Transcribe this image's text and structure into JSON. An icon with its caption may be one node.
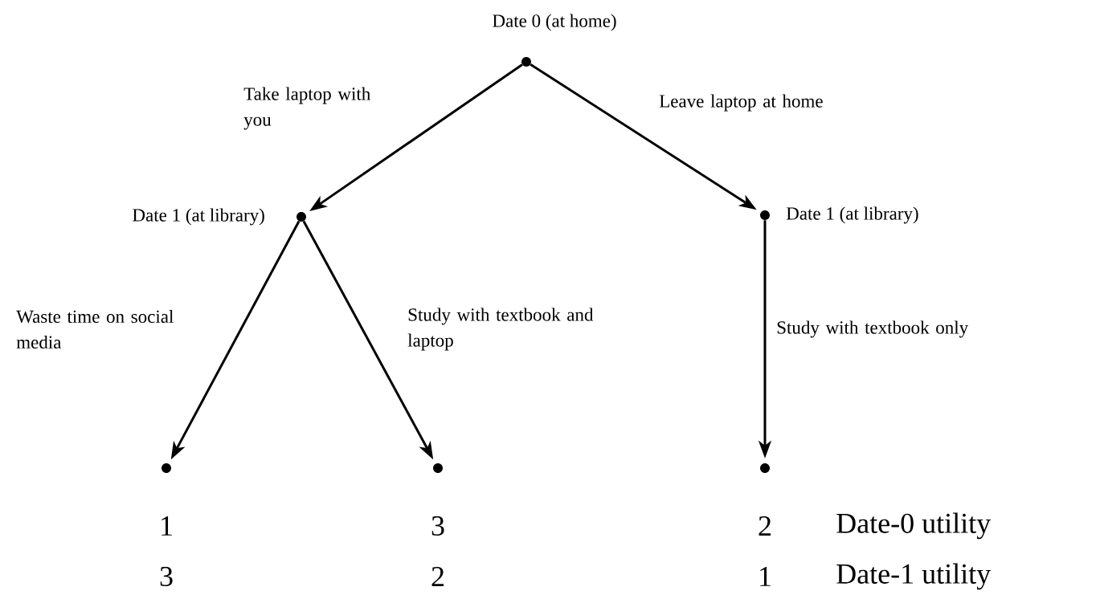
{
  "diagram": {
    "nodes": [
      {
        "text": [],
        "shape": "circle",
        "beside": [
          "Date 0 (at home)"
        ]
      },
      {
        "text": [],
        "shape": "circle",
        "beside": [
          "Date 1 (at library)"
        ]
      },
      {
        "text": [],
        "shape": "circle",
        "beside": [
          "Date 1 (at library)"
        ]
      },
      {
        "text": [],
        "shape": "circle",
        "beside": [
          "1",
          "3"
        ]
      },
      {
        "text": [],
        "shape": "circle",
        "beside": [
          "3",
          "2"
        ]
      },
      {
        "text": [],
        "shape": "circle",
        "beside": [
          "2",
          "1"
        ]
      }
    ],
    "edges": [
      {
        "from": 0,
        "to": 1,
        "arrow": "to",
        "label": "Take laptop with you"
      },
      {
        "from": 0,
        "to": 2,
        "arrow": "to",
        "label": "Leave laptop at home"
      },
      {
        "from": 1,
        "to": 3,
        "arrow": "to",
        "label": "Waste time on social media"
      },
      {
        "from": 1,
        "to": 4,
        "arrow": "to",
        "label": "Study with textbook and laptop"
      },
      {
        "from": 2,
        "to": 5,
        "arrow": "to",
        "label": "Study with textbook only"
      }
    ],
    "labels": [
      "Date-0 utility",
      "Date-1 utility"
    ]
  }
}
